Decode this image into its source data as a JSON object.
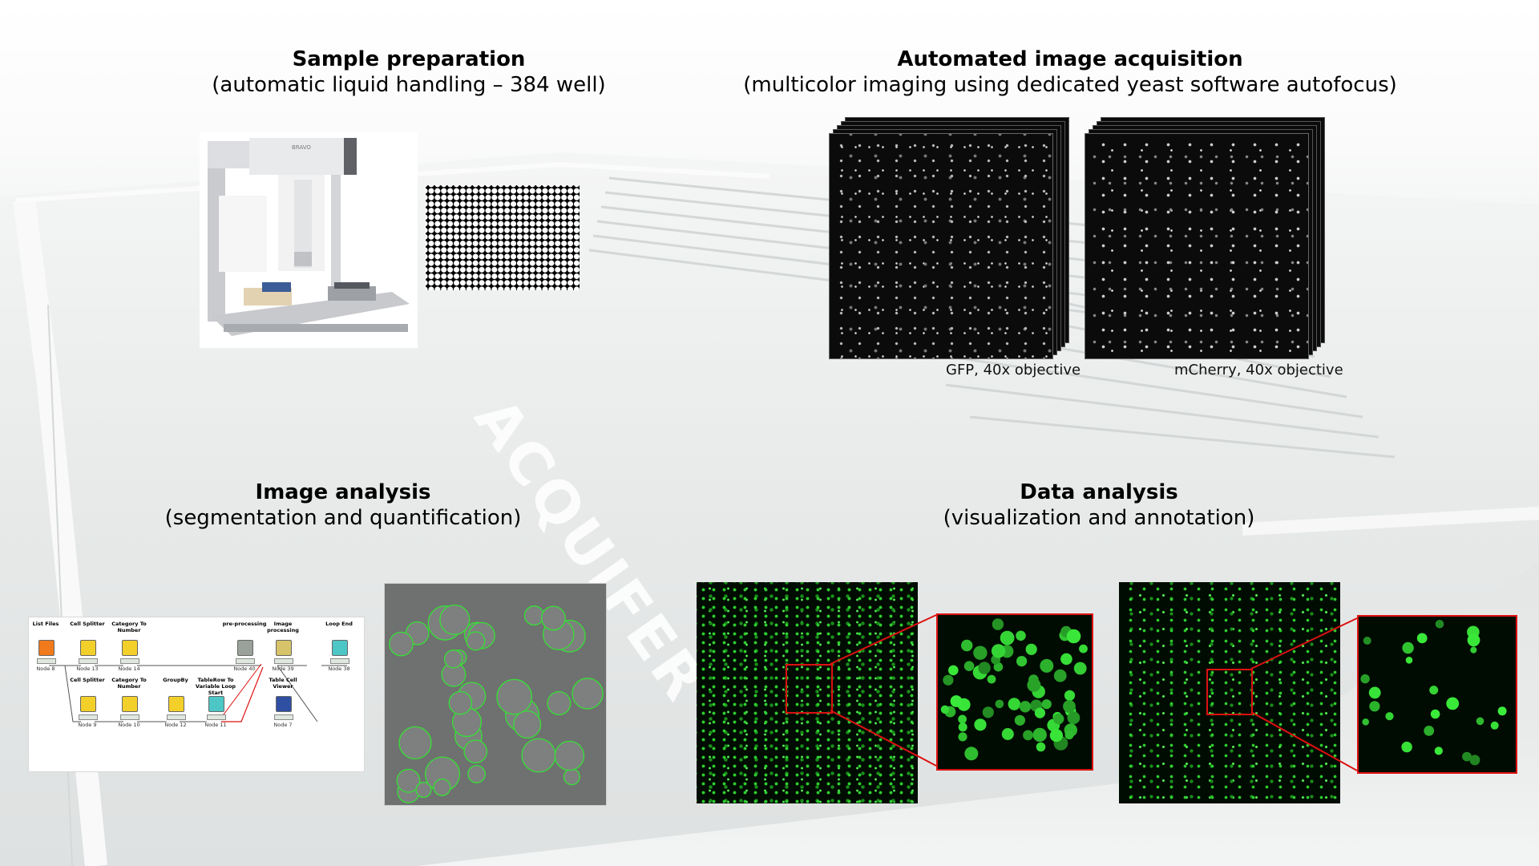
{
  "background": {
    "watermark": "ACQUIFER"
  },
  "sections": {
    "sample_prep": {
      "title": "Sample preparation",
      "subtitle": "(automatic liquid handling – 384 well)",
      "robot_label": "BRAVO"
    },
    "acquisition": {
      "title": "Automated image acquisition",
      "subtitle": "(multicolor imaging using dedicated yeast software autofocus)",
      "captions": [
        "GFP, 40x objective",
        "mCherry, 40x objective"
      ]
    },
    "image_analysis": {
      "title": "Image analysis",
      "subtitle": "(segmentation and quantification)"
    },
    "data_analysis": {
      "title": "Data analysis",
      "subtitle": "(visualization and annotation)"
    }
  },
  "workflow": {
    "nodes": [
      {
        "title": "List Files",
        "id": "Node 8",
        "color": "#f07a1c"
      },
      {
        "title": "Cell Splitter",
        "id": "Node 13",
        "color": "#f3cf2a"
      },
      {
        "title": "Category To Number",
        "id": "Node 14",
        "color": "#f3cf2a"
      },
      {
        "title": "pre-processing",
        "id": "Node 40",
        "color": "#9aa19a"
      },
      {
        "title": "Image processing",
        "id": "Node 39",
        "color": "#d7c36a"
      },
      {
        "title": "Loop End",
        "id": "Node 38",
        "color": "#4dc6c6"
      },
      {
        "title": "Cell Splitter",
        "id": "Node 9",
        "color": "#f3cf2a"
      },
      {
        "title": "Category To Number",
        "id": "Node 10",
        "color": "#f3cf2a"
      },
      {
        "title": "GroupBy",
        "id": "Node 12",
        "color": "#f3cf2a"
      },
      {
        "title": "TableRow To Variable Loop Start",
        "id": "Node 11",
        "color": "#4dc6c6"
      },
      {
        "title": "Table Cell Viewer",
        "id": "Node 7",
        "color": "#2f4fa3"
      }
    ]
  },
  "colors": {
    "fluor_green": "#35e035",
    "zoom_red": "#dd1111",
    "micro_black": "#0b0b0b"
  }
}
